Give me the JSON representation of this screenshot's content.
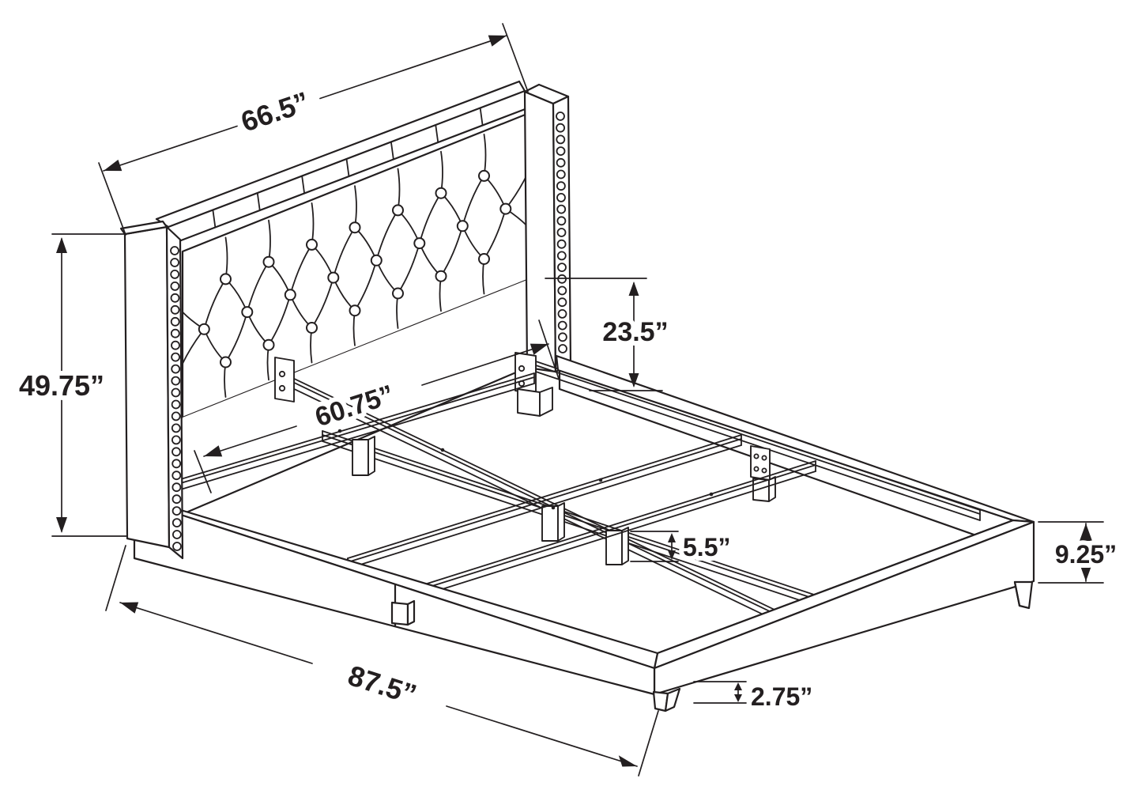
{
  "diagram": {
    "type": "technical-dimension-drawing",
    "subject": "upholstered bed frame with button-tufted wingback headboard and nailhead trim",
    "background": "#ffffff",
    "line_color": "#231f20"
  },
  "dimensions": {
    "headboard_width": {
      "label": "66.5”",
      "meaning": "headboard width"
    },
    "headboard_height": {
      "label": "49.75”",
      "meaning": "headboard height"
    },
    "rail_top_to_headboard": {
      "label": "23.5”",
      "meaning": "rail top to headboard panel"
    },
    "interior_width": {
      "label": "60.75”",
      "meaning": "interior width between rails"
    },
    "slat_leg_height": {
      "label": "5.5”",
      "meaning": "center support leg height"
    },
    "frame_height": {
      "label": "9.25”",
      "meaning": "side rail height"
    },
    "overall_length": {
      "label": "87.5”",
      "meaning": "overall bed length"
    },
    "foot_leg_height": {
      "label": "2.75”",
      "meaning": "foot leg height"
    }
  }
}
